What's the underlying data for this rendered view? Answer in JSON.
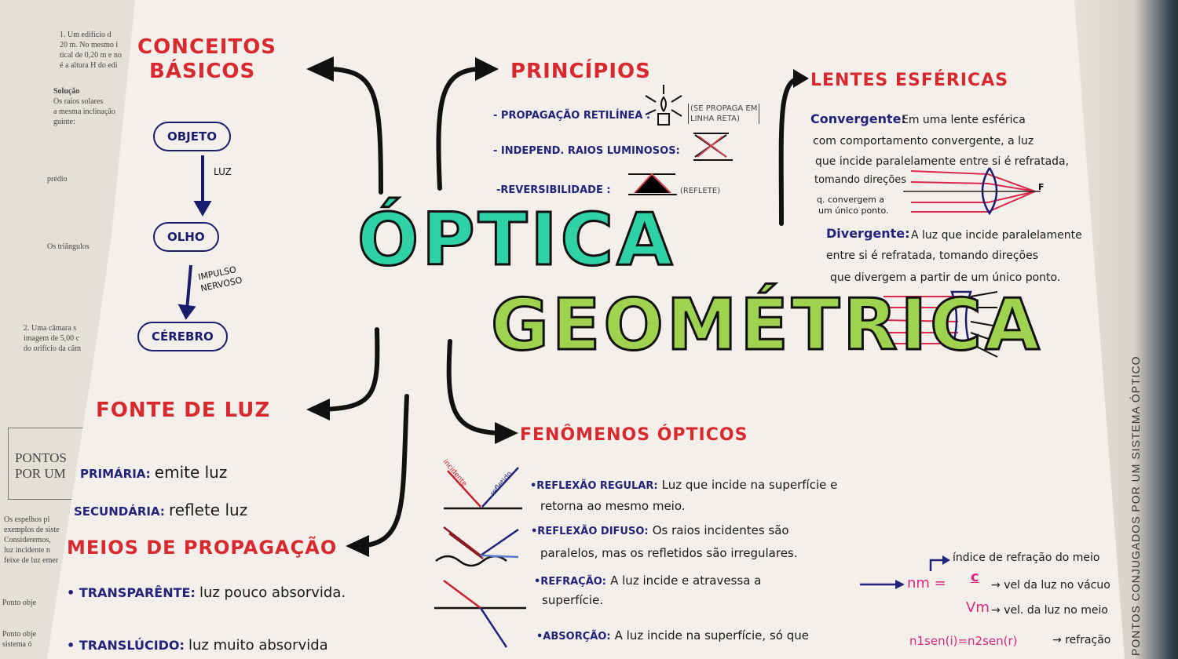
{
  "title_line1": "ÓPTICA",
  "title_line2": "GEOMÉTRICA",
  "colors": {
    "title1": "#2fd1a6",
    "title2": "#9fd24f",
    "heading": "#d8292f",
    "label": "#23237a",
    "formula": "#e0287a"
  },
  "conceitos": {
    "heading1": "CONCEITOS",
    "heading2": "BÁSICOS",
    "nodes": [
      "OBJETO",
      "OLHO",
      "CÉREBRO"
    ],
    "edges": [
      "LUZ",
      "IMPULSO",
      "NERVOSO"
    ]
  },
  "fonte": {
    "heading": "FONTE DE LUZ",
    "items": [
      {
        "label": "PRIMÁRIA:",
        "text": "emite luz"
      },
      {
        "label": "SECUNDÁRIA:",
        "text": "reflete luz"
      }
    ]
  },
  "meios": {
    "heading": "MEIOS DE PROPAGAÇÃO",
    "items": [
      {
        "label": "• TRANSPARÊNTE:",
        "text": "luz pouco absorvida."
      },
      {
        "label": "• TRANSLÚCIDO:",
        "text": "luz muito absorvida"
      }
    ]
  },
  "principios": {
    "heading": "PRINCÍPIOS",
    "items": [
      "- PROPAGAÇÃO RETILÍNEA :",
      "- INDEPEND. RAIOS LUMINOSOS:",
      "-REVERSIBILIDADE :"
    ],
    "note1a": "(SE PROPAGA EM",
    "note1b": "LINHA RETA)",
    "note3": "(REFLETE)"
  },
  "lentes": {
    "heading": "LENTES ESFÉRICAS",
    "conv_label": "Convergente:",
    "conv_lines": [
      "Em uma lente esférica",
      "com comportamento convergente, a luz",
      "que incide paralelamente entre si é refratada,",
      "tomando direções",
      "q. convergem a",
      "um único ponto."
    ],
    "focus": "F",
    "div_label": "Divergente:",
    "div_lines": [
      "A luz que incide paralelamente",
      "entre si é refratada, tomando direções",
      "que divergem a partir de um único ponto."
    ]
  },
  "fenomenos": {
    "heading": "FENÔMENOS ÓPTICOS",
    "diagram_labels": [
      "incidente",
      "refletido"
    ],
    "items": [
      {
        "label": "•REFLEXÃO REGULAR:",
        "lines": [
          "Luz que incide na superfície e",
          "retorna ao mesmo meio."
        ]
      },
      {
        "label": "•REFLEXÃO DIFUSO:",
        "lines": [
          "Os raios incidentes são",
          "paralelos, mas os refletidos são irregulares."
        ]
      },
      {
        "label": "•REFRAÇÃO:",
        "lines": [
          "A luz incide e atravessa a",
          "superfície."
        ]
      },
      {
        "label": "•ABSORÇÃO:",
        "lines": [
          "A luz incide na superfície, só que"
        ]
      }
    ],
    "formula": {
      "lhs": "nm =",
      "num": "c",
      "den": "Vm",
      "n_note": "índice de refração do meio",
      "c_note": "vel da luz no vácuo",
      "v_note": "vel. da luz no meio",
      "snell": "n1sen(i)=n2sen(r)",
      "snell_note": "refração"
    }
  },
  "book": {
    "l1": "1. Um edifício d",
    "l2": "20 m. No mesmo i",
    "l3": "tical de 0,20 m e no",
    "l4": "é a altura H do edi",
    "sol": "Solução",
    "s1": "Os raios solares",
    "s2": "a mesma inclinação",
    "s3": "guinte:",
    "predio": "prédio",
    "tri": "Os triângulos",
    "q2a": "2. Uma câmara s",
    "q2b": "imagem de 5,00 c",
    "q2c": "do orifício da câm",
    "box1": "PONTOS",
    "box2": "POR UM",
    "p1": "Os espelhos pl",
    "p2": "exemplos de siste",
    "p3": "Consideremos,",
    "p4": "luz incidente n",
    "p5": "feixe de luz emer",
    "p6": "Ponto obje",
    "p7": "Ponto obje",
    "p8": "sistema ó",
    "side": "PONTOS CONJUGADOS POR UM SISTEMA ÓPTICO"
  }
}
